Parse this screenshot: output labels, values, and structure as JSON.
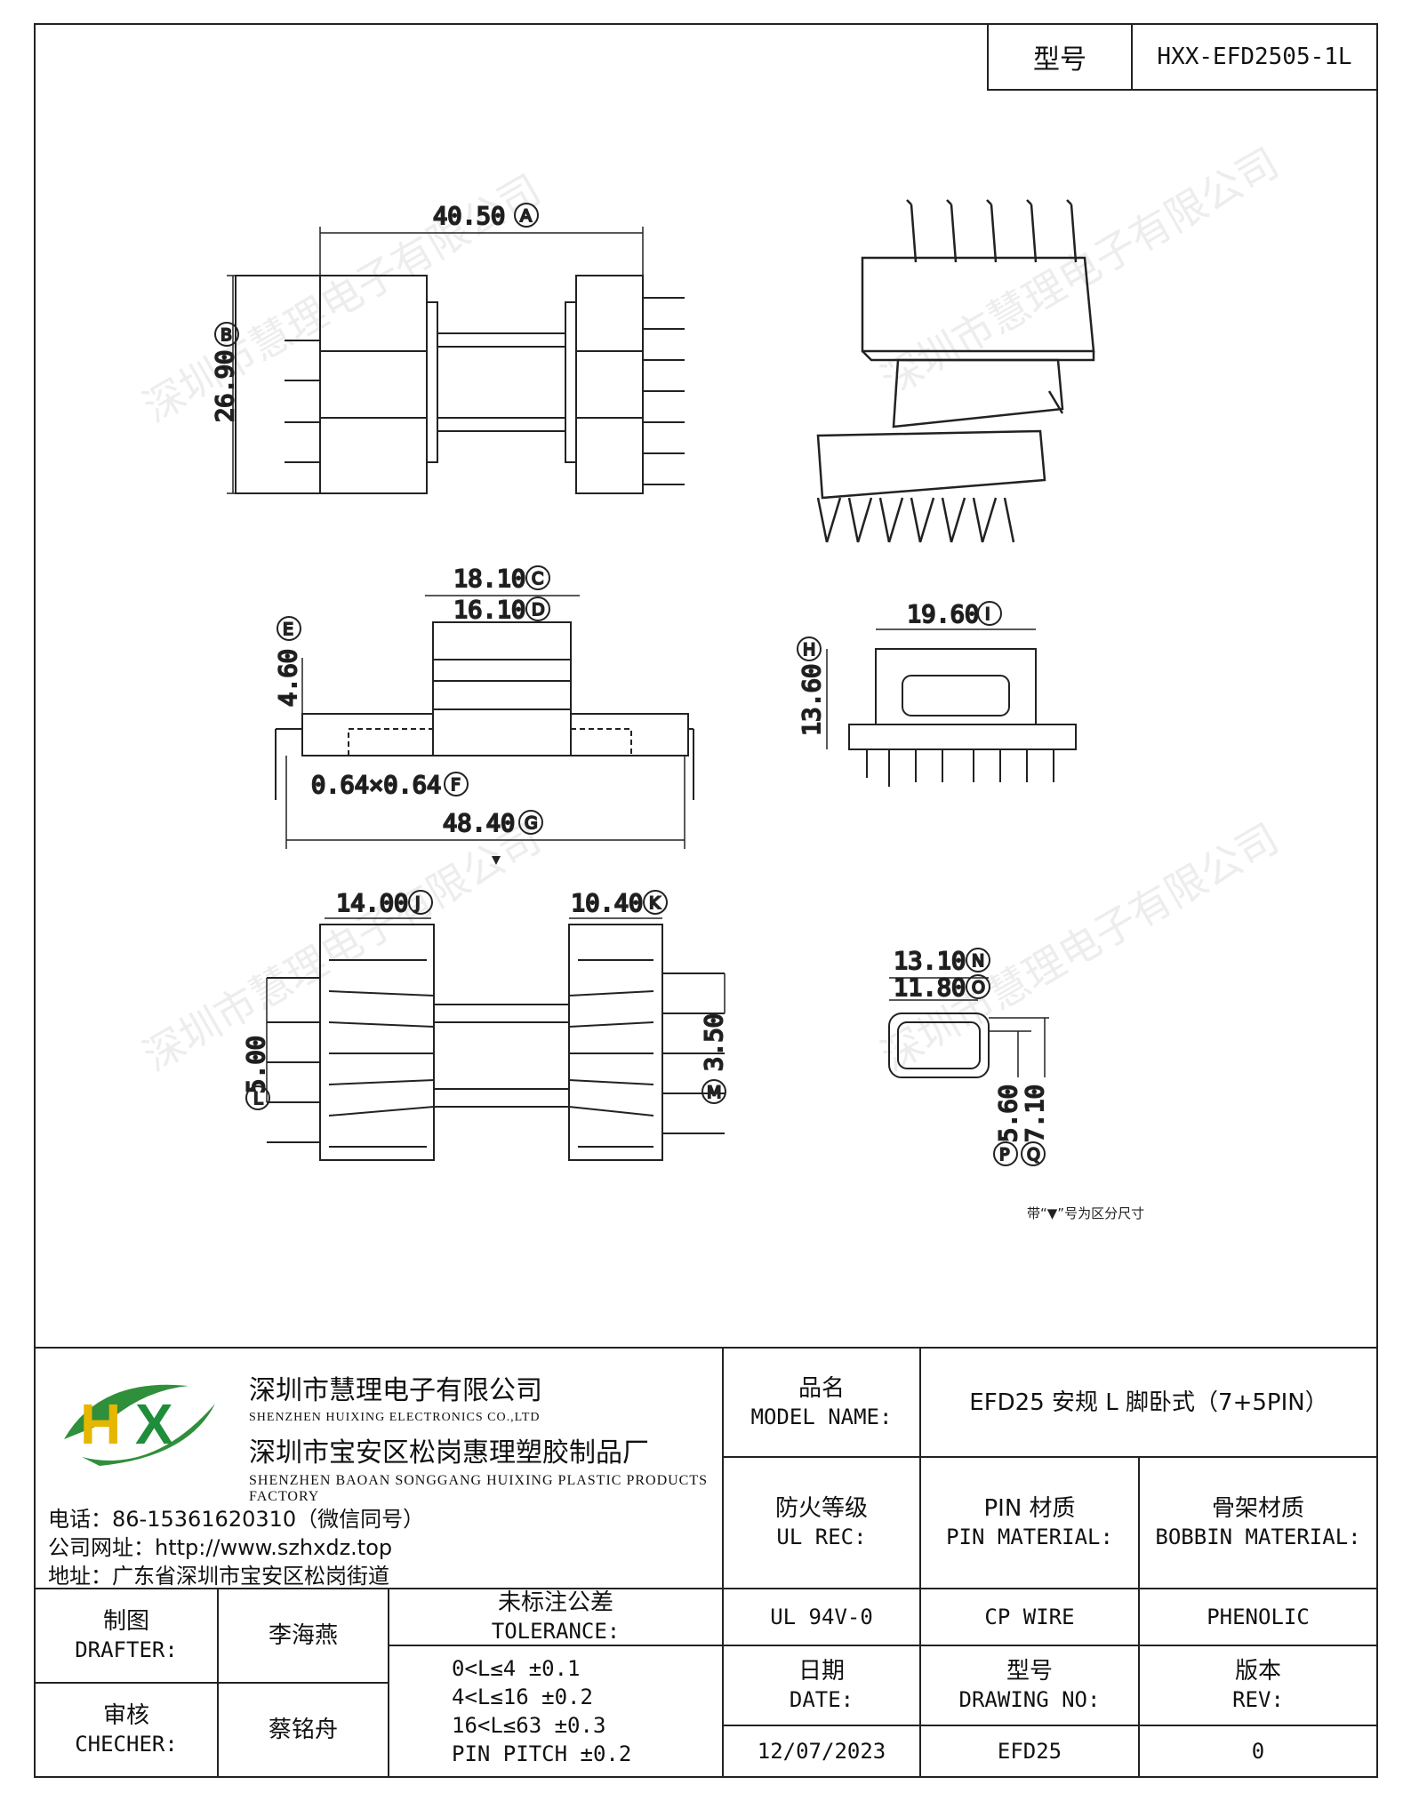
{
  "header": {
    "model_label": "型号",
    "model_value": "HXX-EFD2505-1L"
  },
  "dimensions": {
    "A": "40.50",
    "B": "26.90",
    "C": "18.10",
    "D": "16.10",
    "E": "4.60",
    "F": "0.64×0.64",
    "G": "48.40",
    "H": "13.60",
    "I": "19.60",
    "J": "14.00",
    "K": "10.40",
    "L": "5.00",
    "M": "3.50",
    "N": "13.10",
    "O": "11.80",
    "P": "5.60",
    "Q": "7.10"
  },
  "dim_letters": {
    "A": "A",
    "B": "B",
    "C": "C",
    "D": "D",
    "E": "E",
    "F": "F",
    "G": "G",
    "H": "H",
    "I": "I",
    "J": "J",
    "K": "K",
    "L": "L",
    "M": "M",
    "N": "N",
    "O": "O",
    "P": "P",
    "Q": "Q"
  },
  "note": "带“▼”号为区分尺寸",
  "watermark": "深圳市慧理电子有限公司",
  "company": {
    "logo_text": "HX",
    "name_cn": "深圳市慧理电子有限公司",
    "name_en": "SHENZHEN HUIXING ELECTRONICS CO.,LTD",
    "factory_cn": "深圳市宝安区松岗惠理塑胶制品厂",
    "factory_en": "SHENZHEN BAOAN SONGGANG HUIXING PLASTIC PRODUCTS FACTORY",
    "phone": "电话：86-15361620310（微信同号）",
    "website": "公司网址：http://www.szhxdz.top",
    "address": "地址：广东省深圳市宝安区松岗街道"
  },
  "title_block": {
    "model_name_cn": "品名",
    "model_name_en": "MODEL NAME:",
    "model_name_value": "EFD25 安规 L 脚卧式（7+5PIN）",
    "ul_cn": "防火等级",
    "ul_en": "UL REC:",
    "pin_cn": "PIN 材质",
    "pin_en": "PIN MATERIAL:",
    "bobbin_cn": "骨架材质",
    "bobbin_en": "BOBBIN MATERIAL:",
    "ul_value": "UL 94V-0",
    "pin_value": "CP WIRE",
    "bobbin_value": "PHENOLIC",
    "drafter_cn": "制图",
    "drafter_en": "DRAFTER:",
    "drafter_value": "李海燕",
    "checker_cn": "审核",
    "checker_en": "CHECHER:",
    "checker_value": "蔡铭舟",
    "tolerance_cn": "未标注公差",
    "tolerance_en": "TOLERANCE:",
    "tolerance_lines": [
      "0<L≤4   ±0.1",
      "4<L≤16  ±0.2",
      "16<L≤63  ±0.3",
      "PIN PITCH  ±0.2"
    ],
    "date_cn": "日期",
    "date_en": "DATE:",
    "date_value": "12/07/2023",
    "drawing_cn": "型号",
    "drawing_en": "DRAWING NO:",
    "drawing_value": "EFD25",
    "rev_cn": "版本",
    "rev_en": "REV:",
    "rev_value": "0"
  }
}
